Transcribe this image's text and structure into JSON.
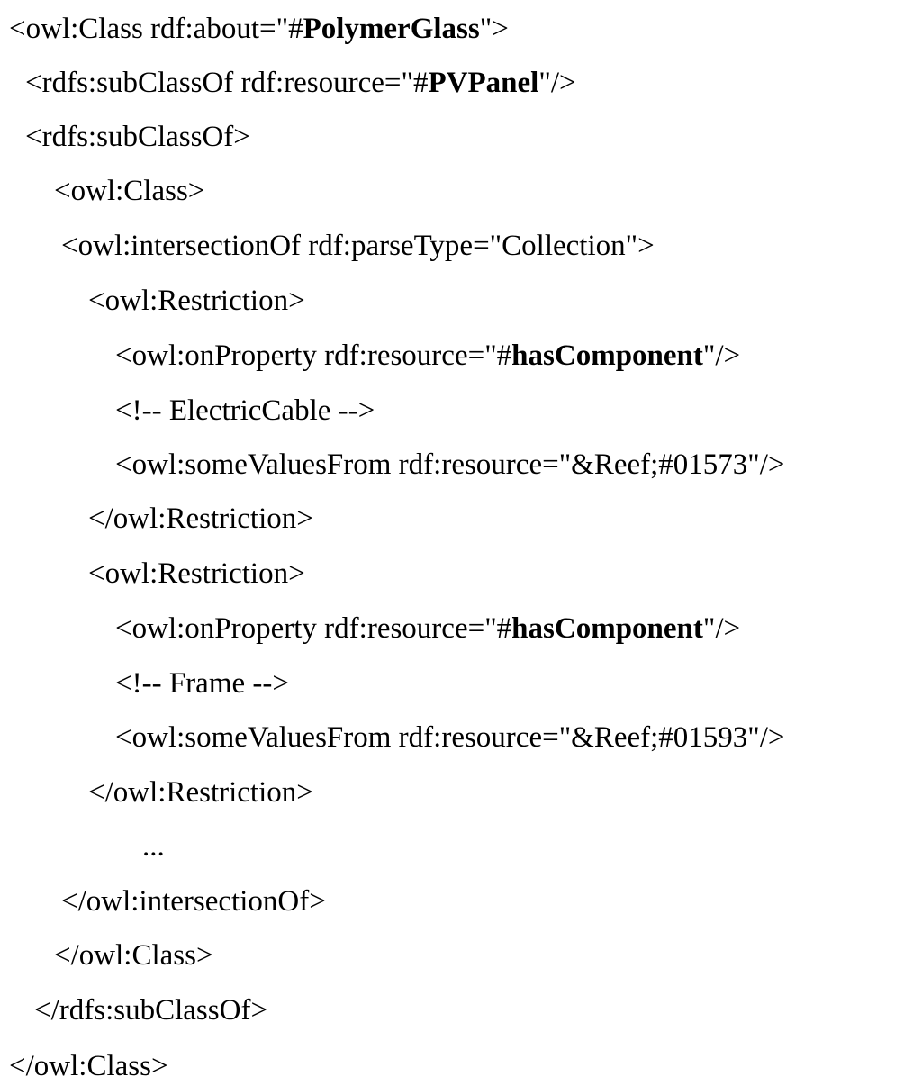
{
  "document": {
    "lines": [
      {
        "segments": [
          {
            "text": "<owl:Class rdf:about=\"#",
            "bold": false
          },
          {
            "text": "PolymerGlass",
            "bold": true
          },
          {
            "text": "\">",
            "bold": false
          }
        ]
      },
      {
        "segments": [
          {
            "text": "<rdfs:subClassOf rdf:resource=\"#",
            "bold": false
          },
          {
            "text": "PVPanel",
            "bold": true
          },
          {
            "text": "\"/>",
            "bold": false
          }
        ]
      },
      {
        "segments": [
          {
            "text": "<rdfs:subClassOf>",
            "bold": false
          }
        ]
      },
      {
        "segments": [
          {
            "text": "<owl:Class>",
            "bold": false
          }
        ]
      },
      {
        "segments": [
          {
            "text": "<owl:intersectionOf rdf:parseType=\"Collection\">",
            "bold": false
          }
        ]
      },
      {
        "segments": [
          {
            "text": "<owl:Restriction>",
            "bold": false
          }
        ]
      },
      {
        "segments": [
          {
            "text": "<owl:onProperty rdf:resource=\"#",
            "bold": false
          },
          {
            "text": "hasComponent",
            "bold": true
          },
          {
            "text": "\"/>",
            "bold": false
          }
        ]
      },
      {
        "segments": [
          {
            "text": "<!-- ElectricCable -->",
            "bold": false
          }
        ]
      },
      {
        "segments": [
          {
            "text": "<owl:someValuesFrom rdf:resource=\"&Reef;#01573\"/>",
            "bold": false
          }
        ]
      },
      {
        "segments": [
          {
            "text": "</owl:Restriction>",
            "bold": false
          }
        ]
      },
      {
        "segments": [
          {
            "text": "<owl:Restriction>",
            "bold": false
          }
        ]
      },
      {
        "segments": [
          {
            "text": "<owl:onProperty rdf:resource=\"#",
            "bold": false
          },
          {
            "text": "hasComponent",
            "bold": true
          },
          {
            "text": "\"/>",
            "bold": false
          }
        ]
      },
      {
        "segments": [
          {
            "text": "<!-- Frame -->",
            "bold": false
          }
        ]
      },
      {
        "segments": [
          {
            "text": "<owl:someValuesFrom rdf:resource=\"&Reef;#01593\"/>",
            "bold": false
          }
        ]
      },
      {
        "segments": [
          {
            "text": "</owl:Restriction>",
            "bold": false
          }
        ]
      },
      {
        "segments": [
          {
            "text": "...",
            "bold": false
          }
        ]
      },
      {
        "segments": [
          {
            "text": "</owl:intersectionOf>",
            "bold": false
          }
        ]
      },
      {
        "segments": [
          {
            "text": "</owl:Class>",
            "bold": false
          }
        ]
      },
      {
        "segments": [
          {
            "text": "</rdfs:subClassOf>",
            "bold": false
          }
        ]
      },
      {
        "segments": [
          {
            "text": "</owl:Class>",
            "bold": false
          }
        ]
      }
    ]
  }
}
